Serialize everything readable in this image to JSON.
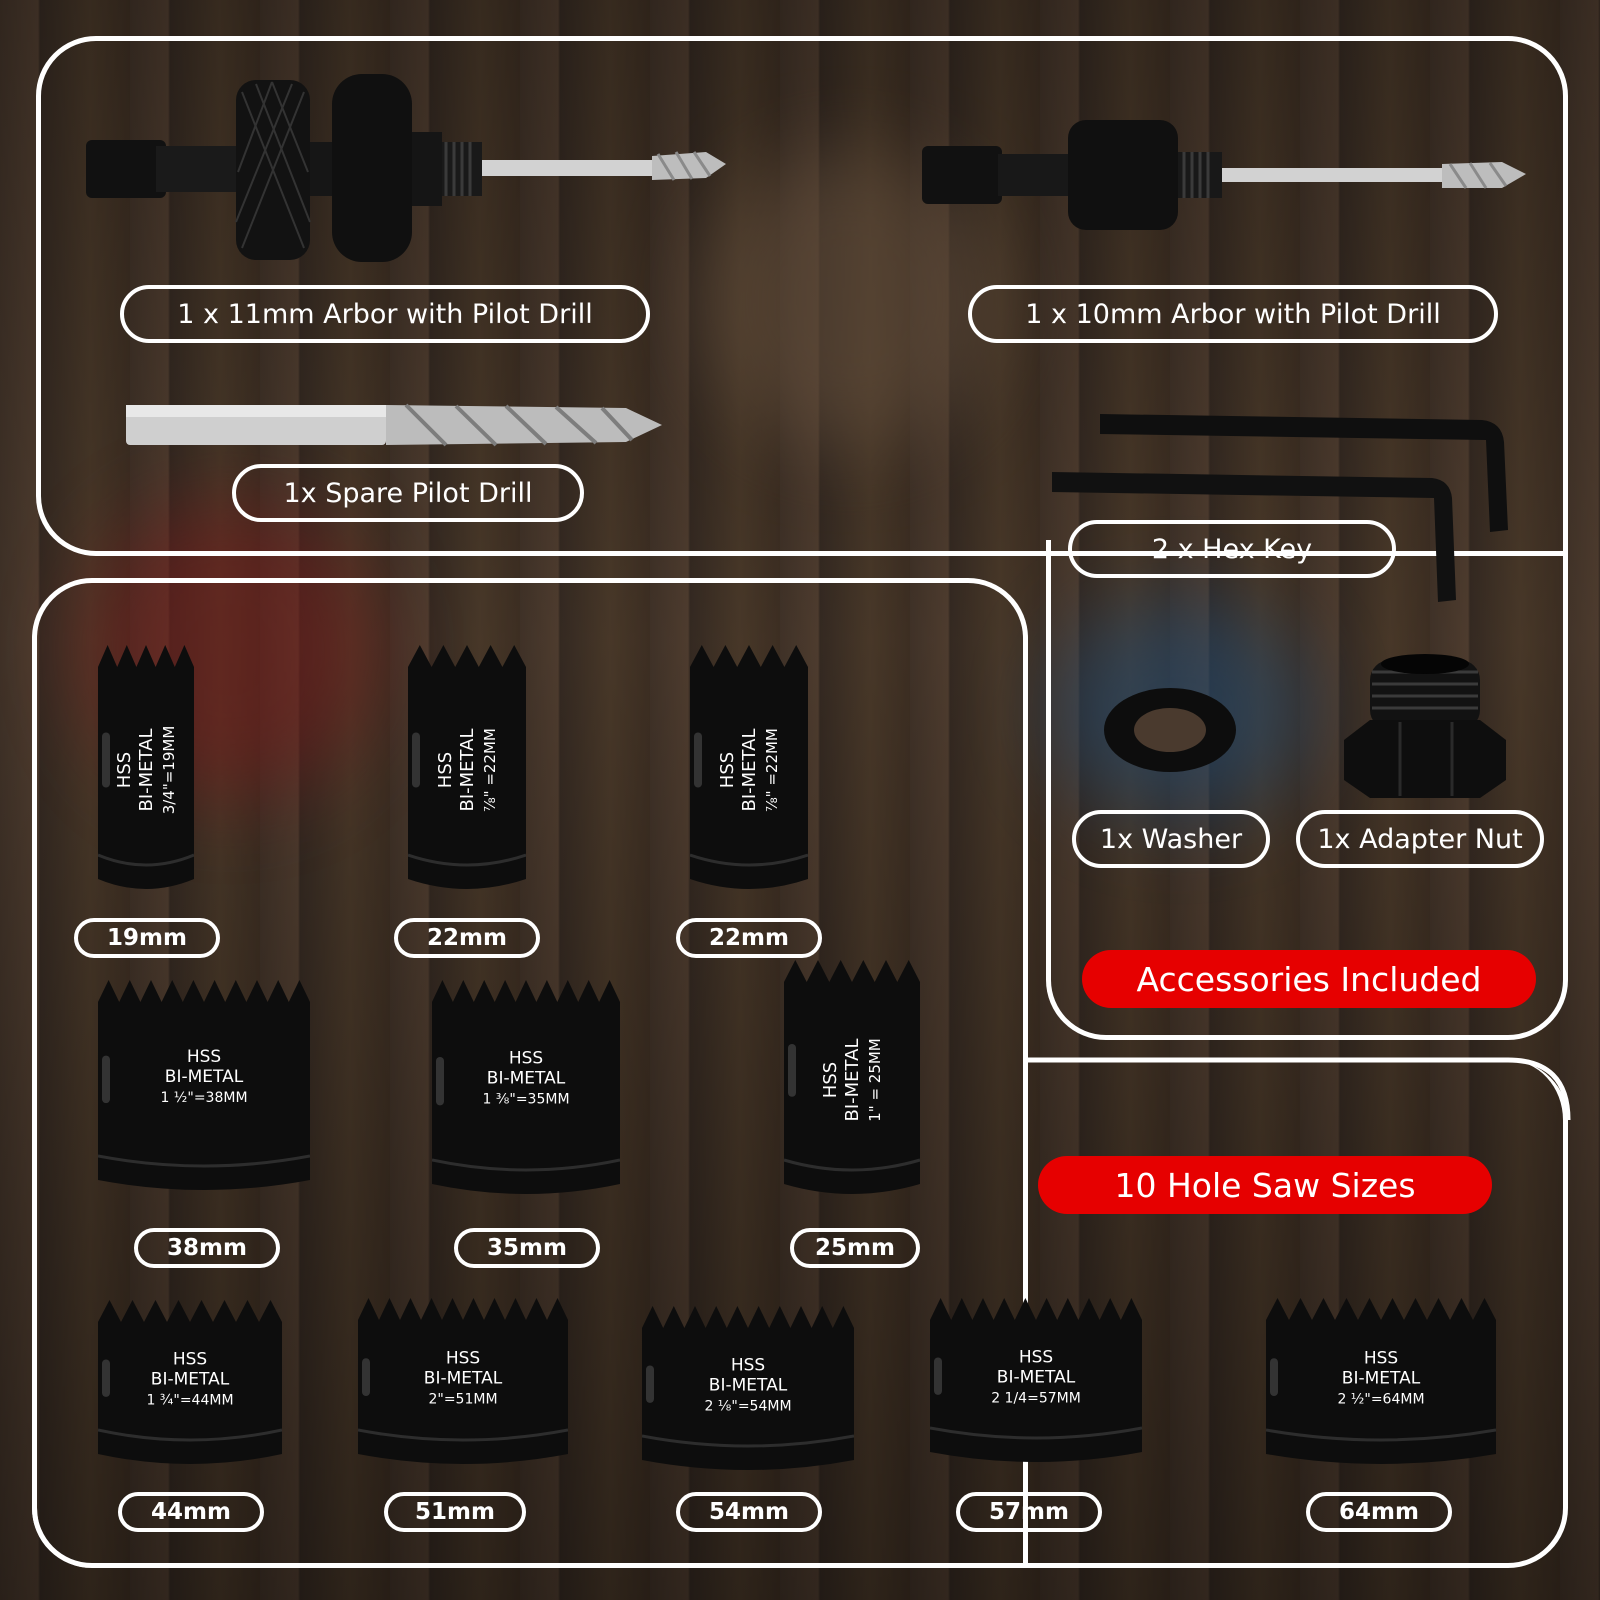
{
  "colors": {
    "accent_red": "#e60000",
    "outline": "#ffffff",
    "tool_black": "#0d0d0d",
    "steel": "#c8c8c8"
  },
  "arbors": [
    {
      "label": "1 x 11mm Arbor with Pilot Drill"
    },
    {
      "label": "1 x 10mm Arbor with Pilot Drill"
    }
  ],
  "pilot_drill": {
    "label": "1x Spare Pilot Drill"
  },
  "hex_key": {
    "label": "2 x Hex Key"
  },
  "washer": {
    "label": "1x Washer"
  },
  "adapter_nut": {
    "label": "1x Adapter Nut"
  },
  "accessories_banner": "Accessories Included",
  "sizes_banner": "10 Hole Saw Sizes",
  "hole_saws": [
    {
      "size": "19mm",
      "line1": "HSS",
      "line2": "BI-METAL",
      "line3": "3/4\"=19MM"
    },
    {
      "size": "22mm",
      "line1": "HSS",
      "line2": "BI-METAL",
      "line3": "⅞\" =22MM"
    },
    {
      "size": "22mm",
      "line1": "HSS",
      "line2": "BI-METAL",
      "line3": "⅞\" =22MM"
    },
    {
      "size": "38mm",
      "line1": "HSS",
      "line2": "BI-METAL",
      "line3": "1 ½\"=38MM"
    },
    {
      "size": "35mm",
      "line1": "HSS",
      "line2": "BI-METAL",
      "line3": "1 ⅜\"=35MM"
    },
    {
      "size": "25mm",
      "line1": "HSS",
      "line2": "BI-METAL",
      "line3": "1\" = 25MM"
    },
    {
      "size": "44mm",
      "line1": "HSS",
      "line2": "BI-METAL",
      "line3": "1 ¾\"=44MM"
    },
    {
      "size": "51mm",
      "line1": "HSS",
      "line2": "BI-METAL",
      "line3": "2\"=51MM"
    },
    {
      "size": "54mm",
      "line1": "HSS",
      "line2": "BI-METAL",
      "line3": "2 ⅛\"=54MM"
    },
    {
      "size": "57mm",
      "line1": "HSS",
      "line2": "BI-METAL",
      "line3": "2 1/4=57MM"
    },
    {
      "size": "64mm",
      "line1": "HSS",
      "line2": "BI-METAL",
      "line3": "2 ½\"=64MM"
    }
  ]
}
